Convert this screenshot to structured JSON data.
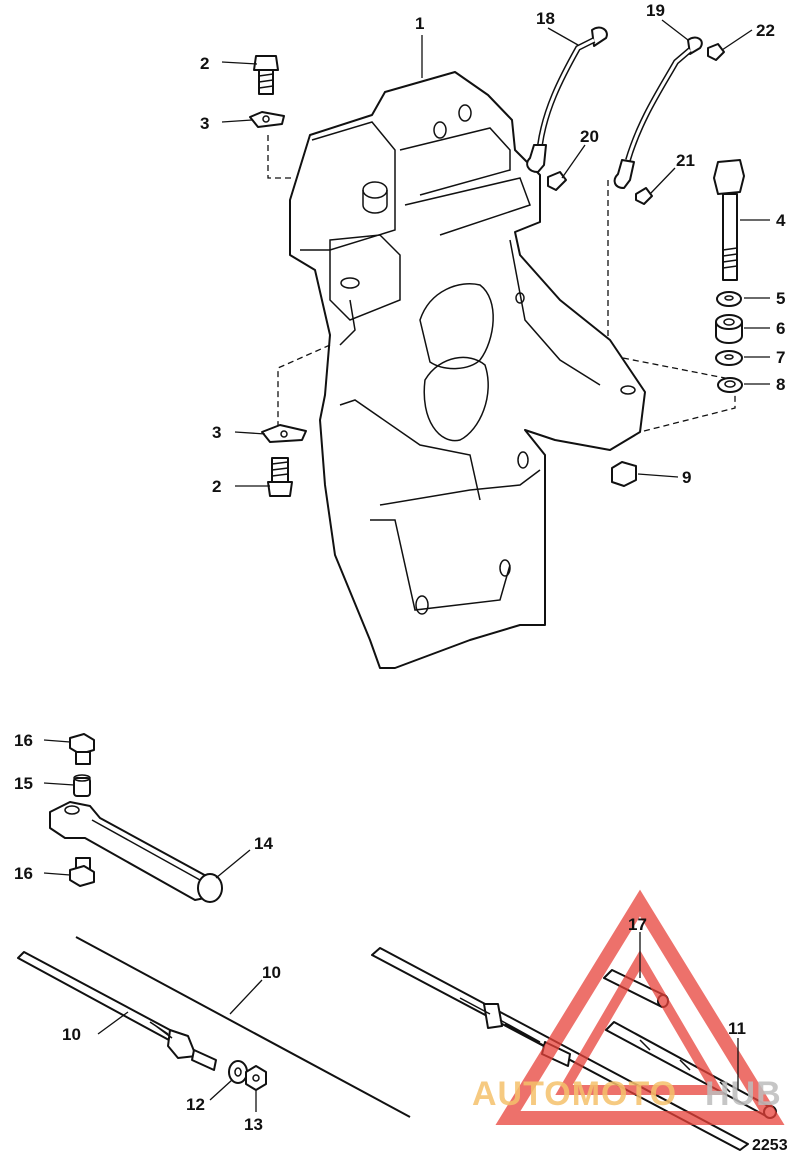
{
  "figure_number": "2253",
  "callouts": [
    "1",
    "2",
    "3",
    "4",
    "5",
    "6",
    "7",
    "8",
    "9",
    "10",
    "11",
    "12",
    "13",
    "14",
    "15",
    "16",
    "17",
    "18",
    "19",
    "20",
    "21",
    "22"
  ],
  "watermark": {
    "text_a": "AUTOMOTO",
    "text_b": "HUB",
    "color_a": "#f5c16c",
    "color_b": "#bdbdbd",
    "triangle_color": "#e8423a"
  }
}
